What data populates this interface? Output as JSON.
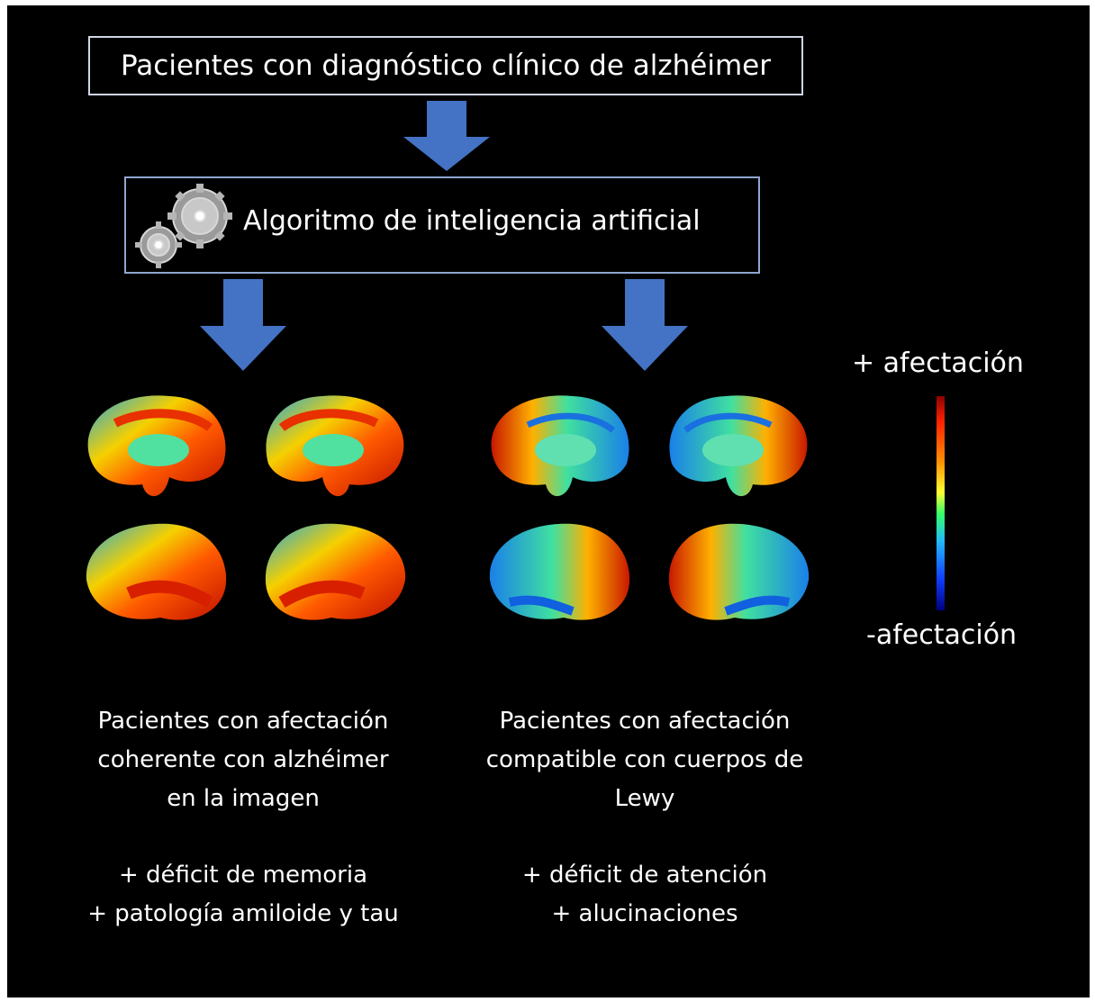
{
  "top_box": {
    "text": "Pacientes con diagnóstico clínico de alzhéimer"
  },
  "algorithm_box": {
    "text": "Algoritmo de inteligencia artificial",
    "icon": "gears-icon"
  },
  "colorbar": {
    "top_label": "+ afectación",
    "bottom_label": "-afectación",
    "colors": [
      "#8b0000",
      "#ff2200",
      "#ff8c00",
      "#ffff33",
      "#33ff66",
      "#22b8ff",
      "#1040ff",
      "#000080"
    ]
  },
  "left_group": {
    "caption_lines": [
      "Pacientes con afectación",
      "coherente con alzhéimer",
      "en la imagen"
    ],
    "feature_lines": [
      "+ déficit de memoria",
      "+ patología amiloide y tau"
    ]
  },
  "right_group": {
    "caption_lines": [
      "Pacientes con afectación",
      "compatible con cuerpos de",
      "Lewy"
    ],
    "feature_lines": [
      "+ déficit de atención",
      "+ alucinaciones"
    ]
  },
  "colors": {
    "background": "#000000",
    "arrow": "#4472c4",
    "box_border": "#cfd6e4",
    "text": "#ffffff"
  }
}
